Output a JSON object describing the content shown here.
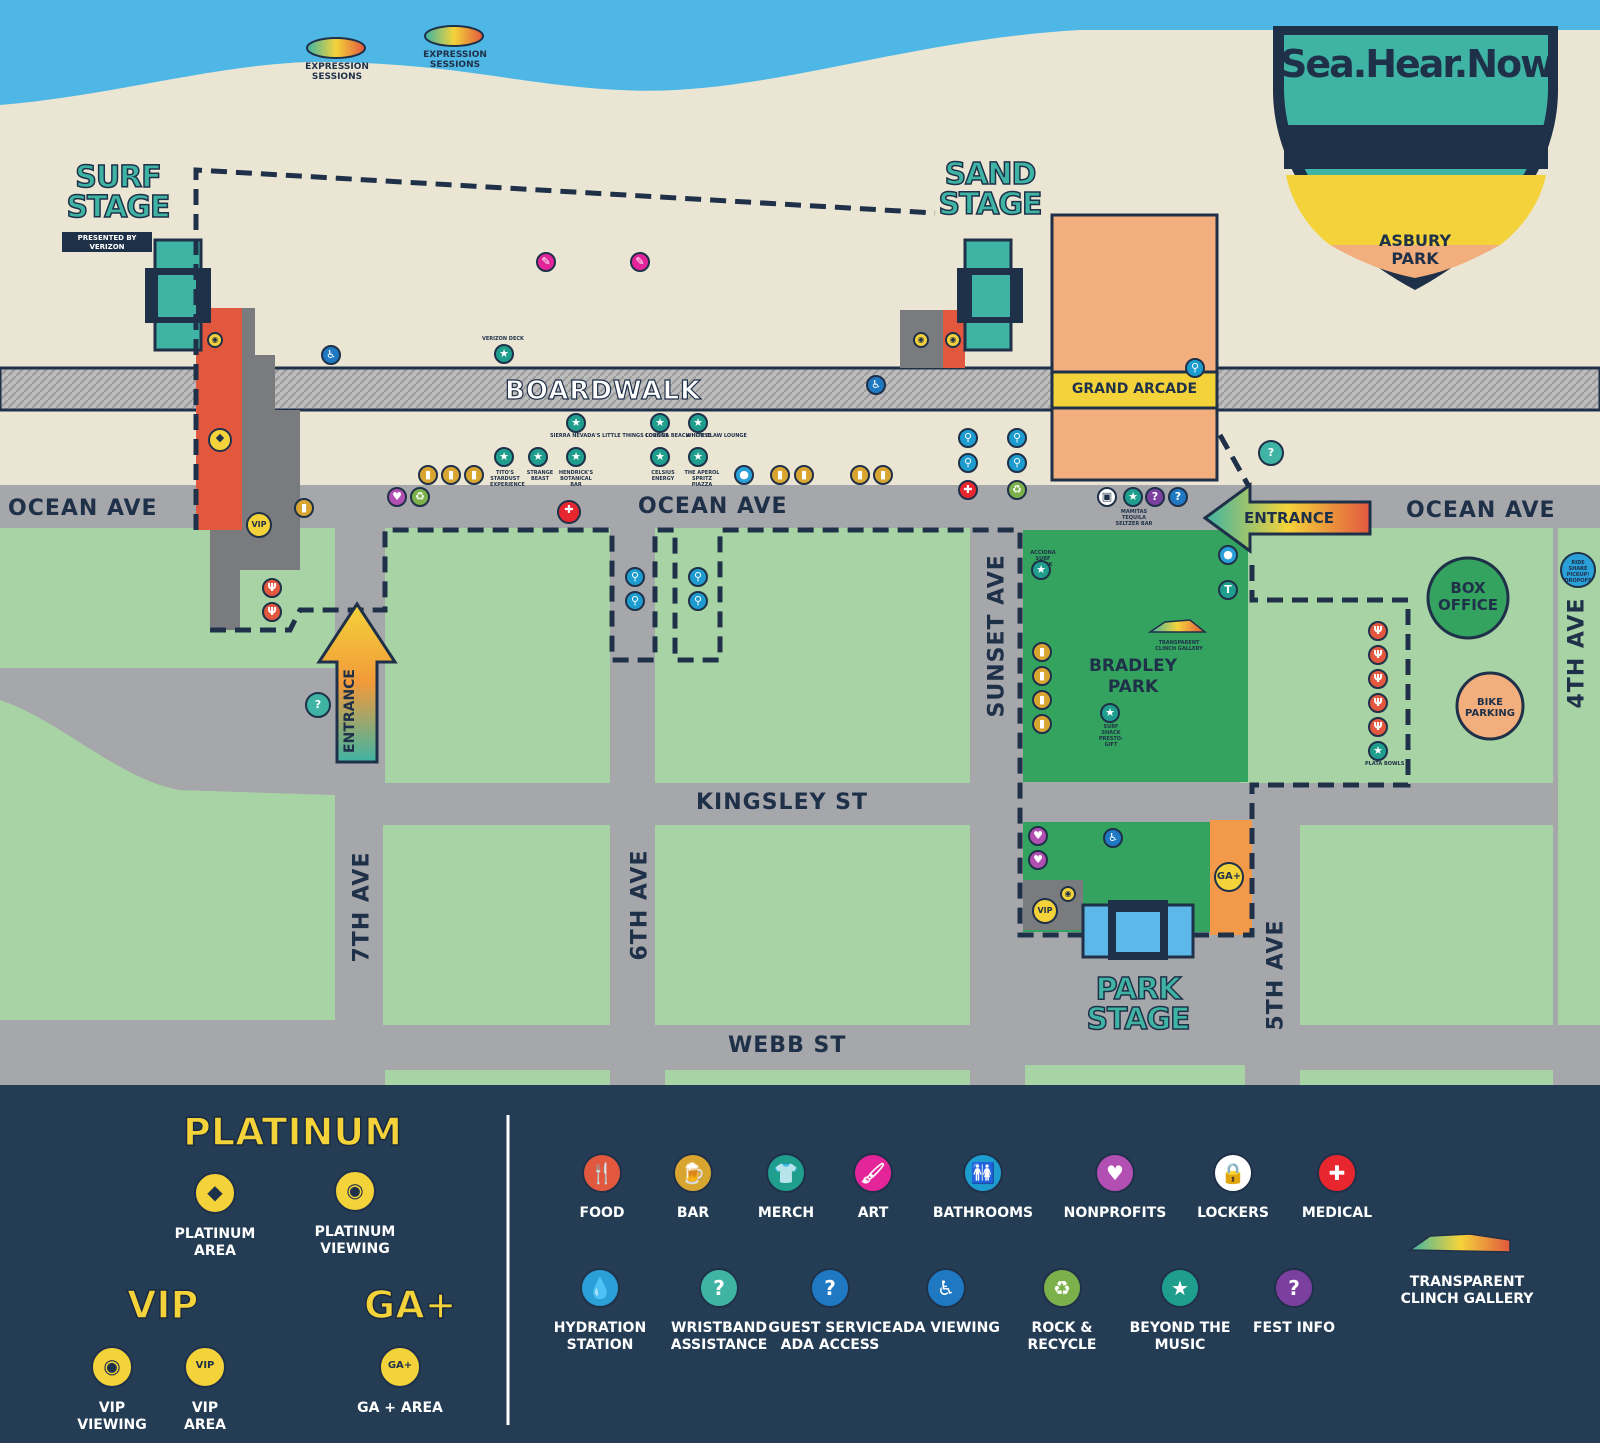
{
  "logo": {
    "title": "Sea.Hear.Now",
    "subtitle": "ASBURY PARK"
  },
  "expression_sessions": [
    "EXPRESSION SESSIONS",
    "EXPRESSION SESSIONS"
  ],
  "stages": {
    "surf": {
      "title": "SURF STAGE",
      "sub": "PRESENTED BY VERIZON"
    },
    "sand": {
      "title": "SAND STAGE"
    },
    "park": {
      "title": "PARK STAGE"
    }
  },
  "streets": {
    "boardwalk": "BOARDWALK",
    "ocean_ave": "OCEAN AVE",
    "kingsley": "KINGSLEY ST",
    "webb": "WEBB ST",
    "seventh": "7TH AVE",
    "sixth": "6TH AVE",
    "fifth": "5TH AVE",
    "fourth": "4TH AVE",
    "sunset": "SUNSET AVE"
  },
  "places": {
    "grand_arcade": "GRAND ARCADE",
    "bradley_park": "BRADLEY PARK",
    "box_office": "BOX OFFICE",
    "bike_parking": "BIKE PARKING",
    "entrance": "ENTRANCE",
    "rideshare": "RIDE SHARE PICKUP/ DROPOFF",
    "vip": "VIP",
    "ga_plus": "GA+"
  },
  "venues": {
    "verizon_deck": "VERIZON DECK",
    "sierra_nevada": "SIERRA NEVADA'S LITTLE THINGS LOUNGE",
    "corona": "CORONA BEACH HOUSE",
    "white_claw": "WHITE CLAW LOUNGE",
    "titos": "TITO'S STARDUST EXPERIENCE",
    "strange_beast": "STRANGE BEAST",
    "hendricks": "HENDRICK'S BOTANICAL BAR",
    "celsius": "CELSIUS ENERGY",
    "aperol": "THE APEROL SPRITZ PIAZZA",
    "mamitas": "MAMITAS TEQUILA SELTZER BAR",
    "ocean_surf_shack": "ACCIONA SURF SHACK",
    "transparent_clinch": "TRANSPARENT CLINCH GALLERY",
    "surf_shack_2": "SURF SHACK PRESTO-GIFT",
    "plata": "PLATA BOWLS"
  },
  "legend": {
    "categories": {
      "platinum": "PLATINUM",
      "vip": "VIP",
      "ga_plus": "GA+"
    },
    "platinum_items": [
      {
        "label": "PLATINUM AREA",
        "icon": "diamond-icon"
      },
      {
        "label": "PLATINUM VIEWING",
        "icon": "eye-star-icon"
      }
    ],
    "vip_items": [
      {
        "label": "VIP VIEWING",
        "icon": "eye-icon"
      },
      {
        "label": "VIP AREA",
        "icon": "vip-badge"
      }
    ],
    "ga_items": [
      {
        "label": "GA + AREA",
        "icon": "ga-badge"
      }
    ],
    "amenities": [
      {
        "label": "FOOD",
        "color": "#e2583e",
        "glyph": "🍴"
      },
      {
        "label": "BAR",
        "color": "#d9a531",
        "glyph": "🍺"
      },
      {
        "label": "MERCH",
        "color": "#1f9e8e",
        "glyph": "👕"
      },
      {
        "label": "ART",
        "color": "#e4259a",
        "glyph": "🖌"
      },
      {
        "label": "BATHROOMS",
        "color": "#1d9ccf",
        "glyph": "🚻"
      },
      {
        "label": "NONPROFITS",
        "color": "#b24fb3",
        "glyph": "♥"
      },
      {
        "label": "LOCKERS",
        "color": "#ffffff",
        "glyph": "🔒"
      },
      {
        "label": "MEDICAL",
        "color": "#e8262f",
        "glyph": "✚"
      },
      {
        "label": "HYDRATION STATION",
        "color": "#2aa0d8",
        "glyph": "💧"
      },
      {
        "label": "WRISTBAND ASSISTANCE",
        "color": "#3fb4a4",
        "glyph": "?"
      },
      {
        "label": "GUEST SERVICE ADA ACCESS",
        "color": "#1f79c2",
        "glyph": "?"
      },
      {
        "label": "ADA VIEWING",
        "color": "#1f79c2",
        "glyph": "♿"
      },
      {
        "label": "ROCK & RECYCLE",
        "color": "#7cb04a",
        "glyph": "♻"
      },
      {
        "label": "BEYOND THE MUSIC",
        "color": "#1f9e8e",
        "glyph": "★"
      },
      {
        "label": "FEST INFO",
        "color": "#7b3fa0",
        "glyph": "?"
      }
    ],
    "gallery": "TRANSPARENT CLINCH GALLERY"
  },
  "colors": {
    "water": "#4fb7e5",
    "sand": "#ebe6d4",
    "road": "#a6a7ab",
    "lawn": "#a8d3a5",
    "park": "#34a35f",
    "navy": "#243d55",
    "arcade": "#f2ae7c",
    "vip_red": "#e2583e"
  }
}
